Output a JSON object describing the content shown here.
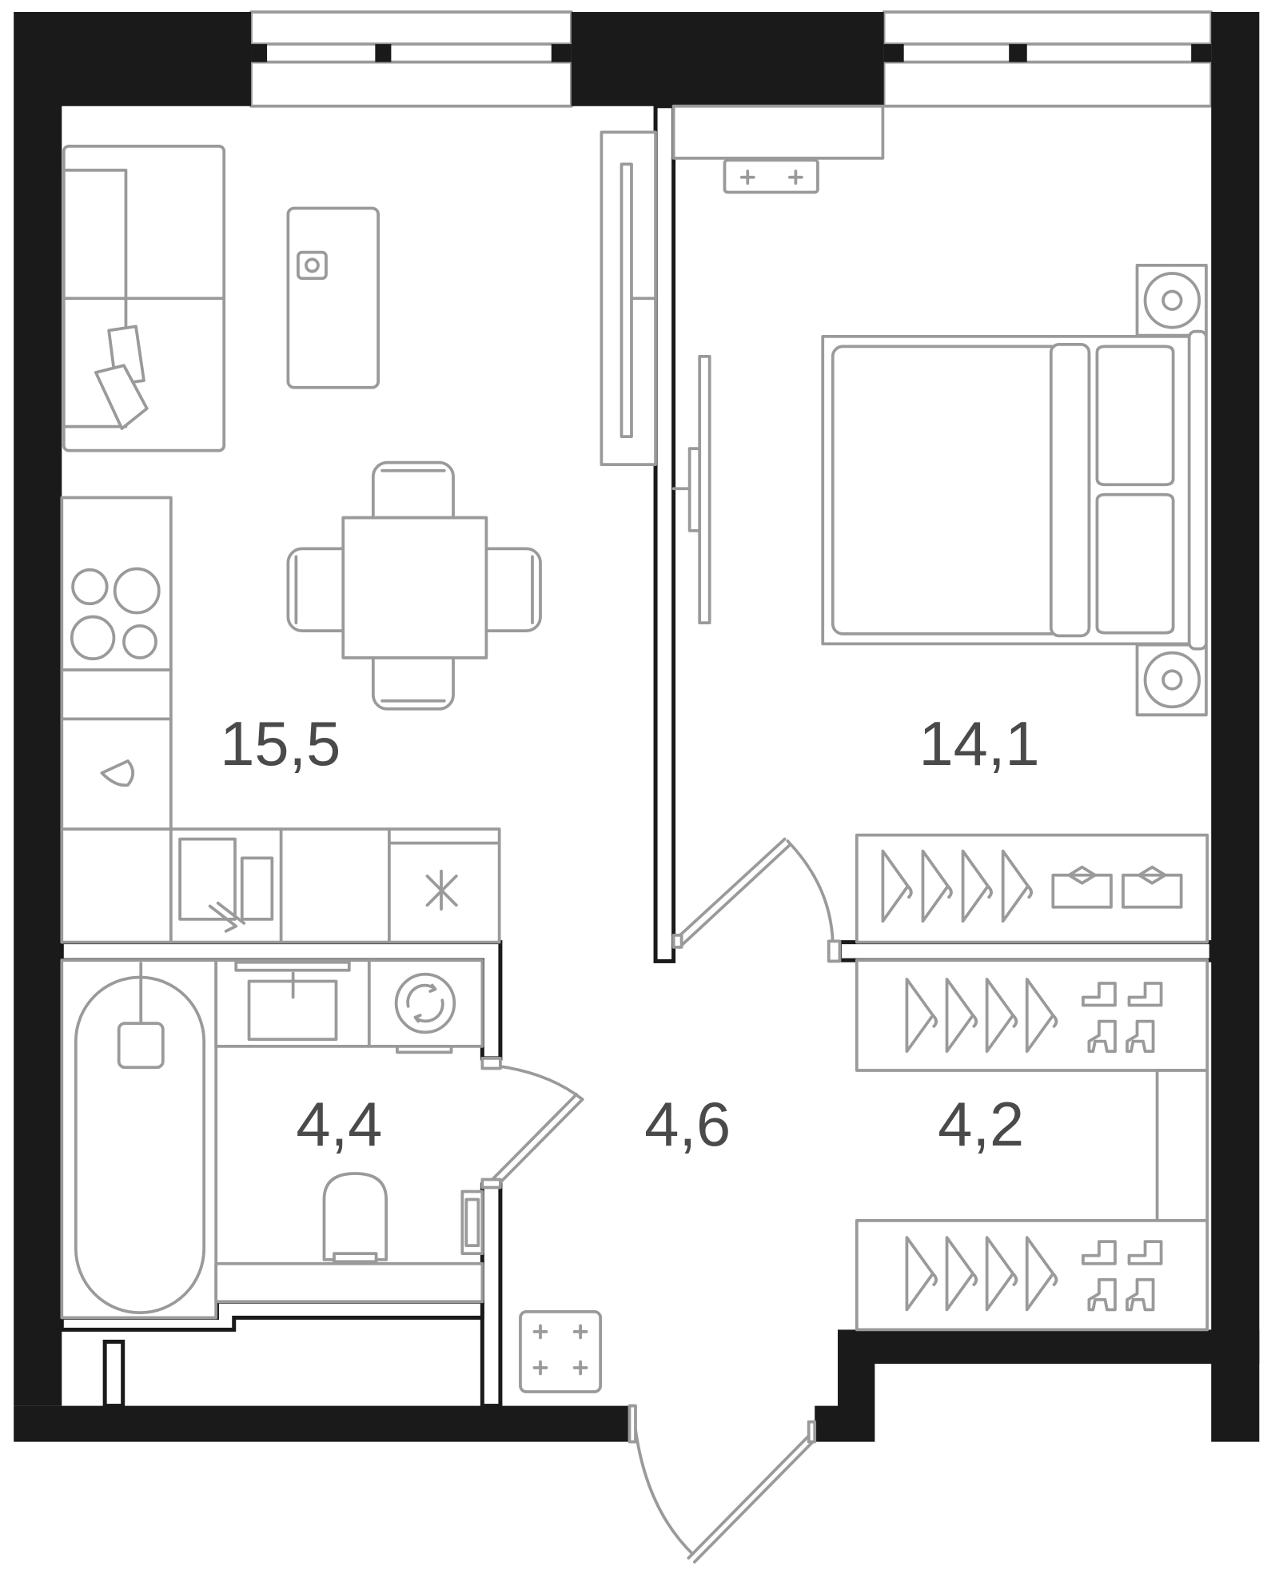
{
  "rooms": [
    {
      "id": "living-kitchen",
      "area": "15,5"
    },
    {
      "id": "bedroom",
      "area": "14,1"
    },
    {
      "id": "bathroom",
      "area": "4,4"
    },
    {
      "id": "hallway",
      "area": "4,6"
    },
    {
      "id": "wardrobe",
      "area": "4,2"
    }
  ],
  "colors": {
    "wall": "#1a1a1a",
    "furniture_stroke": "#9a9a9a",
    "label": "#4a4a4a",
    "background": "#ffffff"
  },
  "icons": [
    "sofa-icon",
    "pillow-icon",
    "coffee-table-icon",
    "tv-icon",
    "dining-table-icon",
    "chair-icon",
    "stove-icon",
    "sink-icon",
    "dishwasher-icon",
    "fridge-icon",
    "bathtub-icon",
    "washbasin-icon",
    "washing-machine-icon",
    "toilet-icon",
    "bed-icon",
    "nightstand-icon",
    "hanger-icon",
    "shirt-icon",
    "boot-icon",
    "electrical-panel-icon",
    "air-conditioner-icon",
    "door-icon",
    "window-icon"
  ]
}
